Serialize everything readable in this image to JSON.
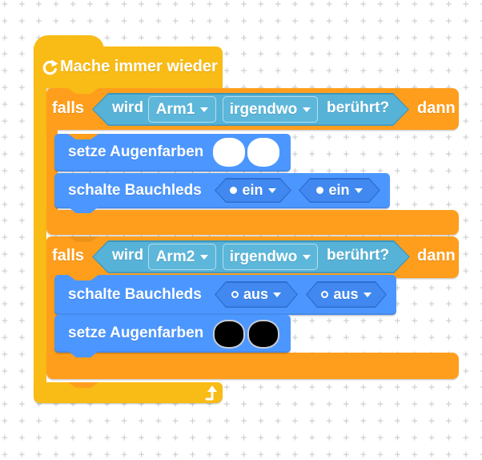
{
  "canvas": {
    "grid_char": "+",
    "grid_color": "#c9cdd2"
  },
  "colors": {
    "loop_gold": "#f9bb15",
    "if_orange": "#ff9e1c",
    "action_blue": "#4c97ff",
    "sensing_teal": "#57b2d7",
    "eye_white": "#ffffff",
    "eye_black": "#000000"
  },
  "loop_block": {
    "label": "Mache immer wieder",
    "icon": "rotate-clockwise-icon",
    "end_icon": "loop-back-arrow-icon"
  },
  "if_blocks": [
    {
      "falls": "falls",
      "dann": "dann",
      "wird": "wird",
      "arm": "Arm1",
      "place": "irgendwo",
      "touched": "berührt?"
    },
    {
      "falls": "falls",
      "dann": "dann",
      "wird": "wird",
      "arm": "Arm2",
      "place": "irgendwo",
      "touched": "berührt?"
    }
  ],
  "statements": {
    "set_eyes_on": {
      "label": "setze Augenfarben",
      "eye_left": "#ffffff",
      "eye_right": "#ffffff"
    },
    "belly_on": {
      "label": "schalte Bauchleds",
      "value1": "ein",
      "value2": "ein"
    },
    "belly_off": {
      "label": "schalte Bauchleds",
      "value1": "aus",
      "value2": "aus"
    },
    "set_eyes_off": {
      "label": "setze Augenfarben",
      "eye_left": "#000000",
      "eye_right": "#000000"
    }
  }
}
